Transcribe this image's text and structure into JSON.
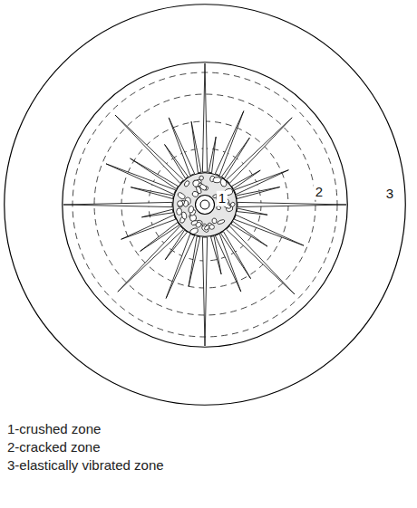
{
  "diagram": {
    "nodes": [
      {
        "text": [
          "3"
        ]
      },
      {
        "text": [
          "2"
        ],
        "in": 0
      },
      {
        "text": [
          "1"
        ],
        "in": 1
      }
    ],
    "labels": [
      "1-crushed zone",
      "2-cracked zone",
      "3-elastically vibrated zone"
    ]
  }
}
